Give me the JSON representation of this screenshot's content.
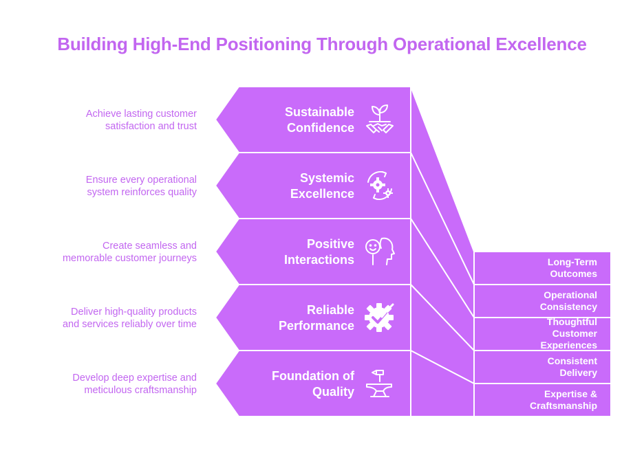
{
  "title": "Building High-End Positioning Through Operational Excellence",
  "colors": {
    "fill": "#c96bfa",
    "text": "#c266f0",
    "stroke": "#ffffff"
  },
  "levels": [
    {
      "label_lines": [
        "Sustainable",
        "Confidence"
      ],
      "icon": "plant-handshake-icon",
      "description_lines": [
        "Achieve lasting customer",
        "satisfaction and trust"
      ],
      "step_lines": [
        "Long-Term",
        "Outcomes"
      ]
    },
    {
      "label_lines": [
        "Systemic",
        "Excellence"
      ],
      "icon": "gears-cycle-icon",
      "description_lines": [
        "Ensure every operational",
        "system reinforces quality"
      ],
      "step_lines": [
        "Operational",
        "Consistency"
      ]
    },
    {
      "label_lines": [
        "Positive",
        "Interactions"
      ],
      "icon": "smiling-face-icon",
      "description_lines": [
        "Create seamless and",
        "memorable customer journeys"
      ],
      "step_lines": [
        "Thoughtful",
        "Customer",
        "Experiences"
      ]
    },
    {
      "label_lines": [
        "Reliable",
        "Performance"
      ],
      "icon": "gear-check-icon",
      "description_lines": [
        "Deliver high-quality products",
        "and services reliably over time"
      ],
      "step_lines": [
        "Consistent",
        "Delivery"
      ]
    },
    {
      "label_lines": [
        "Foundation of",
        "Quality"
      ],
      "icon": "hammer-anvil-icon",
      "description_lines": [
        "Develop deep expertise and",
        "meticulous craftsmanship"
      ],
      "step_lines": [
        "Expertise &",
        "Craftsmanship"
      ]
    }
  ]
}
